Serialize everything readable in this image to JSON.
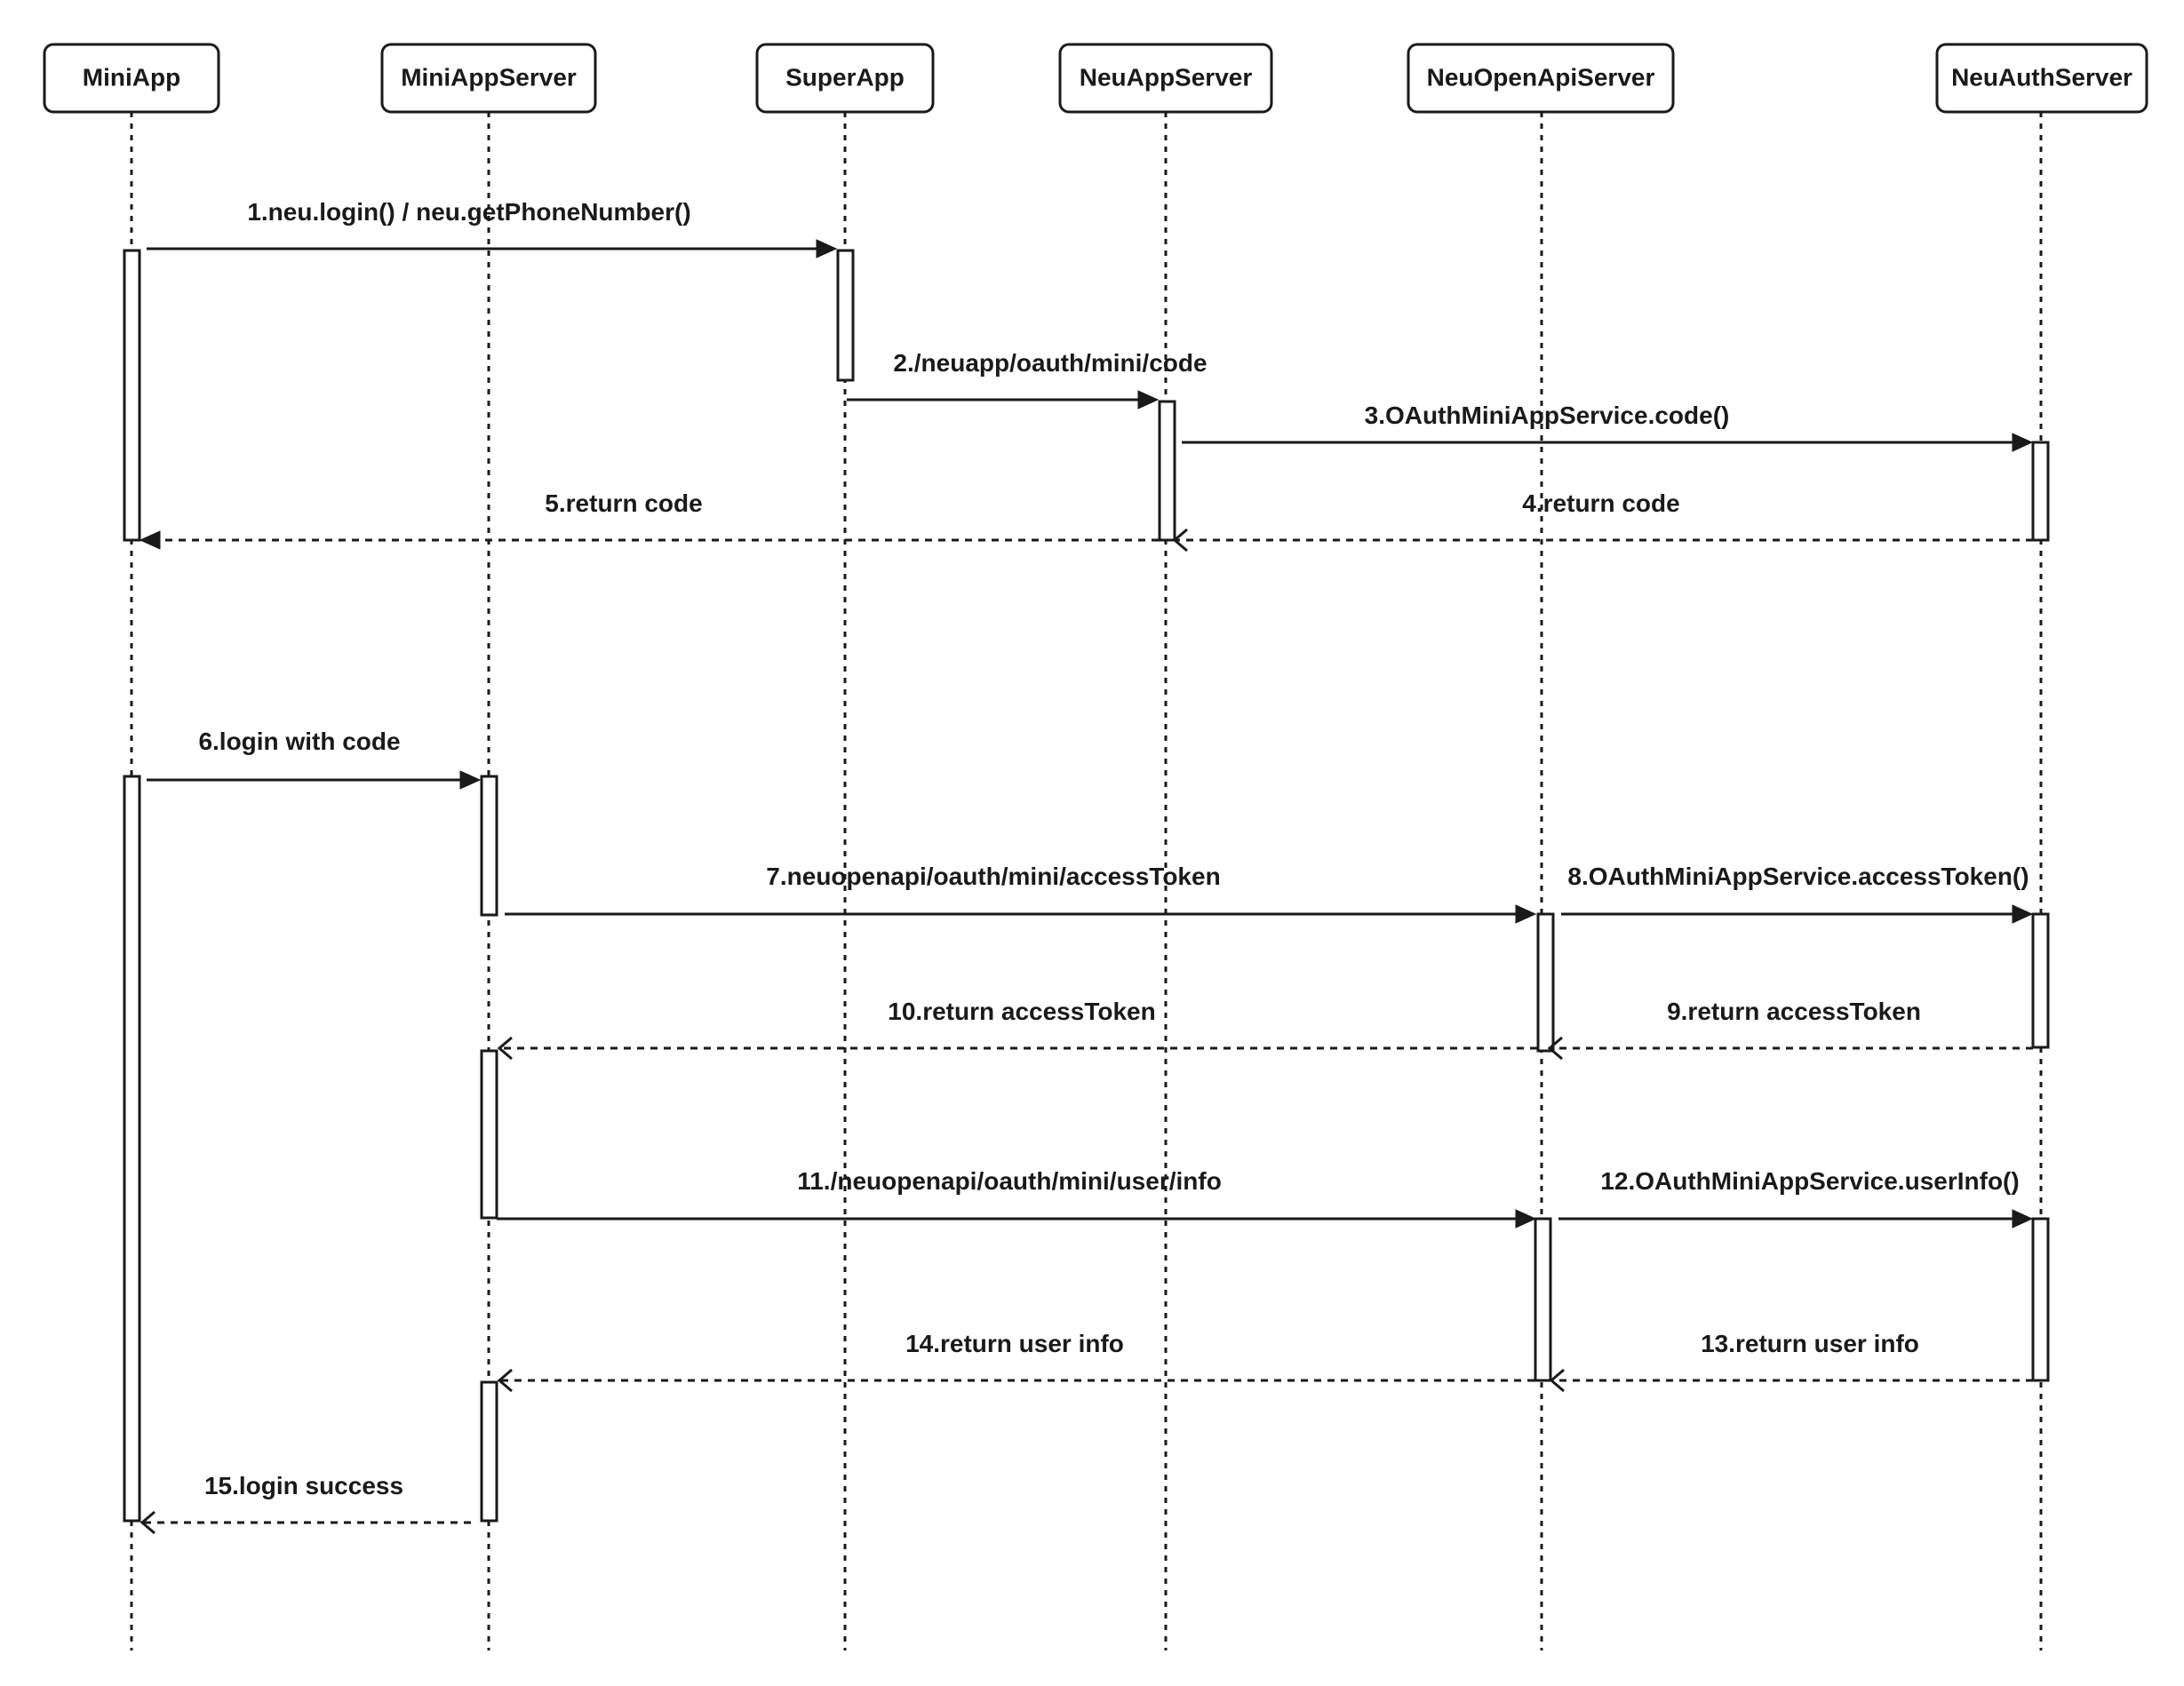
{
  "colors": {
    "stroke": "#1a1a1a",
    "background": "#ffffff"
  },
  "participants": [
    {
      "id": "miniapp",
      "label": "MiniApp"
    },
    {
      "id": "miniappserver",
      "label": "MiniAppServer"
    },
    {
      "id": "superapp",
      "label": "SuperApp"
    },
    {
      "id": "neuappserver",
      "label": "NeuAppServer"
    },
    {
      "id": "neuopenapiserver",
      "label": "NeuOpenApiServer"
    },
    {
      "id": "neuauthserver",
      "label": "NeuAuthServer"
    }
  ],
  "messages": [
    {
      "label": "1.neu.login() / neu.getPhoneNumber()",
      "from": "miniapp",
      "to": "superapp",
      "style": "sync"
    },
    {
      "label": "2./neuapp/oauth/mini/code",
      "from": "superapp",
      "to": "neuappserver",
      "style": "sync"
    },
    {
      "label": "3.OAuthMiniAppService.code()",
      "from": "neuappserver",
      "to": "neuauthserver",
      "style": "sync"
    },
    {
      "label": "4.return code",
      "from": "neuauthserver",
      "to": "neuappserver",
      "style": "return"
    },
    {
      "label": "5.return code",
      "from": "neuappserver",
      "to": "miniapp",
      "style": "return"
    },
    {
      "label": "6.login with code",
      "from": "miniapp",
      "to": "miniappserver",
      "style": "sync"
    },
    {
      "label": "7.neuopenapi/oauth/mini/accessToken",
      "from": "miniappserver",
      "to": "neuopenapiserver",
      "style": "sync"
    },
    {
      "label": "8.OAuthMiniAppService.accessToken()",
      "from": "neuopenapiserver",
      "to": "neuauthserver",
      "style": "sync"
    },
    {
      "label": "9.return accessToken",
      "from": "neuauthserver",
      "to": "neuopenapiserver",
      "style": "return"
    },
    {
      "label": "10.return accessToken",
      "from": "neuopenapiserver",
      "to": "miniappserver",
      "style": "return"
    },
    {
      "label": "11./neuopenapi/oauth/mini/user/info",
      "from": "miniappserver",
      "to": "neuopenapiserver",
      "style": "sync"
    },
    {
      "label": "12.OAuthMiniAppService.userInfo()",
      "from": "neuopenapiserver",
      "to": "neuauthserver",
      "style": "sync"
    },
    {
      "label": "13.return user info",
      "from": "neuauthserver",
      "to": "neuopenapiserver",
      "style": "return"
    },
    {
      "label": "14.return user info",
      "from": "neuopenapiserver",
      "to": "miniappserver",
      "style": "return"
    },
    {
      "label": "15.login success",
      "from": "miniappserver",
      "to": "miniapp",
      "style": "return"
    }
  ]
}
